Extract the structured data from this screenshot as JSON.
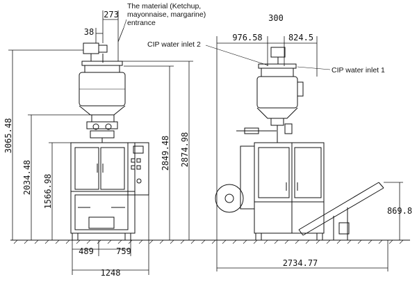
{
  "annotations": {
    "material_entrance": [
      "The material (Ketchup,",
      "mayonnaise, margarine)",
      "entrance"
    ],
    "cip_inlet_2": "CIP water inlet 2",
    "cip_inlet_1": "CIP water inlet 1"
  },
  "dimensions": {
    "top_feed": "273",
    "top_small": "38",
    "total_height": "3065.48",
    "frame_height": "2034.48",
    "cabinet_height": "1566.98",
    "hopper_height": "2849.48",
    "overall_height": "2874.98",
    "base_left": "489",
    "base_right": "759",
    "base_width": "1248",
    "side_left": "976.58",
    "side_top": "300",
    "side_right": "824.5",
    "conveyor_height": "869.8",
    "side_total": "2734.77"
  }
}
